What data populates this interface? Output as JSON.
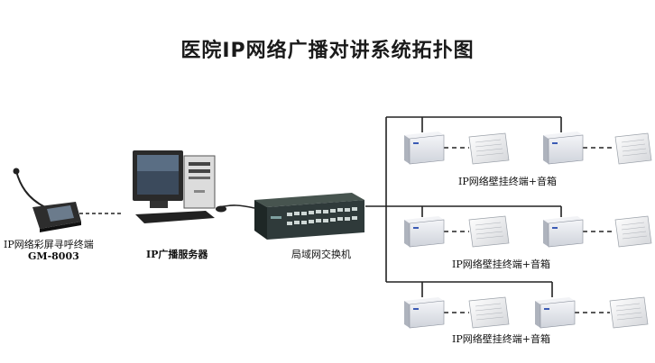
{
  "title": "医院IP网络广播对讲系统拓扑图",
  "paging_terminal": {
    "name": "IP网络彩屏寻呼终端",
    "model": "GM-8003"
  },
  "server": {
    "name": "IP广播服务器"
  },
  "switch": {
    "name": "局域网交换机"
  },
  "rows": [
    {
      "label": "IP网络壁挂终端+音箱"
    },
    {
      "label": "IP网络壁挂终端+音箱"
    },
    {
      "label": "IP网络壁挂终端+音箱"
    }
  ],
  "colors": {
    "line": "#222222",
    "device_body": "#e6e8ee",
    "switch_body": "#2f3a3a"
  }
}
